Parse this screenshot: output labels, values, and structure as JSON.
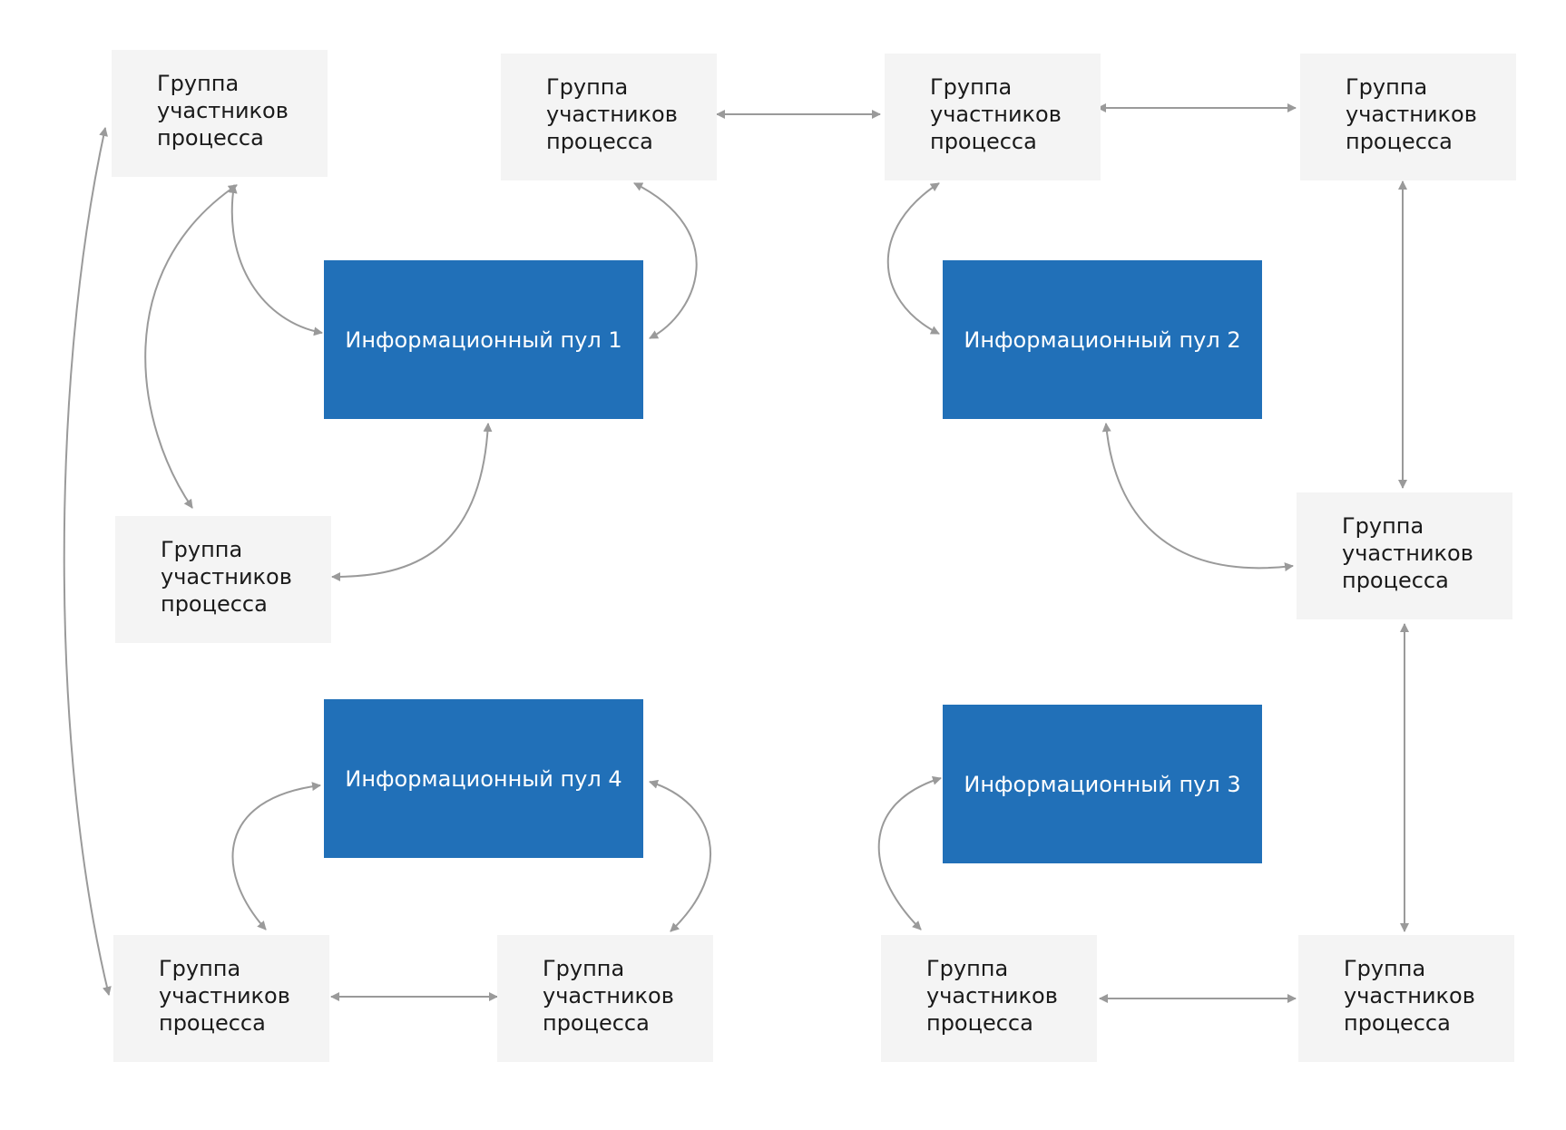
{
  "colors": {
    "group_fill": "#f4f4f4",
    "pool_fill": "#2170b8",
    "connector": "#9a9a9a"
  },
  "group_label": [
    "Группа",
    "участников",
    "процесса"
  ],
  "pools": [
    {
      "label": "Информационный пул 1"
    },
    {
      "label": "Информационный пул 2"
    },
    {
      "label": "Информационный пул 3"
    },
    {
      "label": "Информационный пул 4"
    }
  ],
  "connections": [
    [
      "group-1",
      "pool-1"
    ],
    [
      "group-1",
      "group-5"
    ],
    [
      "group-1",
      "group-6"
    ],
    [
      "group-2",
      "pool-1"
    ],
    [
      "group-2",
      "group-3"
    ],
    [
      "group-3",
      "pool-2"
    ],
    [
      "group-3",
      "group-4"
    ],
    [
      "group-4",
      "group-10"
    ],
    [
      "group-5",
      "pool-1"
    ],
    [
      "group-10",
      "pool-2"
    ],
    [
      "group-10",
      "group-9"
    ],
    [
      "group-6",
      "pool-4"
    ],
    [
      "group-6",
      "group-7"
    ],
    [
      "group-7",
      "pool-4"
    ],
    [
      "group-8",
      "pool-3"
    ],
    [
      "group-8",
      "group-9"
    ]
  ]
}
